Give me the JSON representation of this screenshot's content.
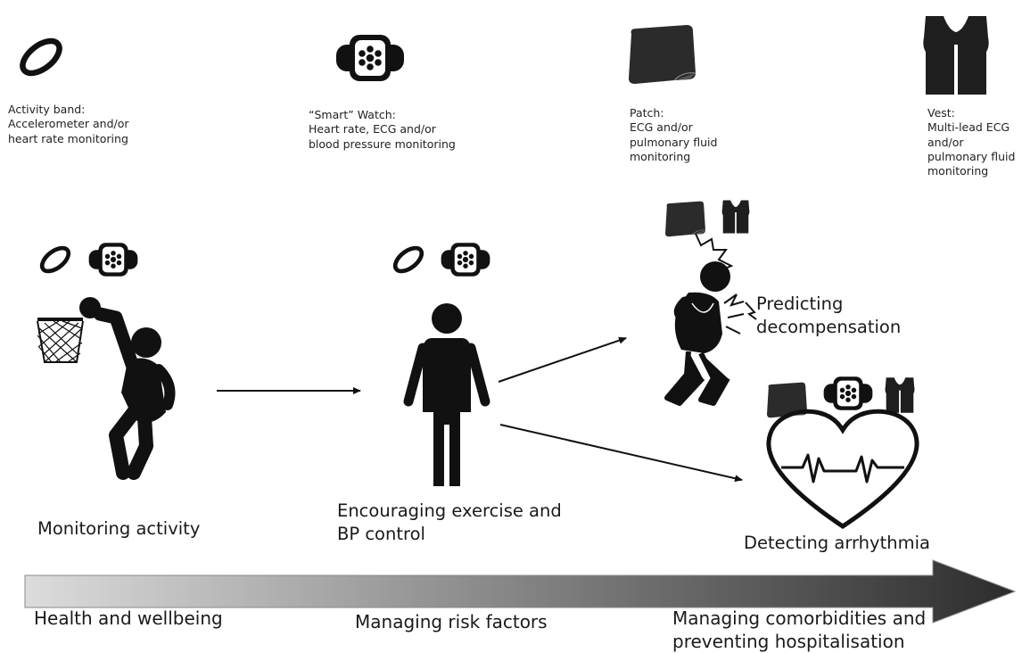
{
  "devices": [
    {
      "name": "band-icon",
      "caption": "Activity band:\nAccelerometer and/or\nheart rate monitoring"
    },
    {
      "name": "watch-icon",
      "caption": "“Smart” Watch:\nHeart rate, ECG and/or\nblood pressure monitoring"
    },
    {
      "name": "patch-icon",
      "caption": "Patch:\nECG and/or\npulmonary fluid\nmonitoring"
    },
    {
      "name": "vest-icon",
      "caption": "Vest:\nMulti-lead ECG\nand/or\npulmonary fluid\nmonitoring"
    }
  ],
  "scenes": {
    "activity": "Monitoring activity",
    "exercise": "Encouraging exercise and\nBP control",
    "decompensation": "Predicting\ndecompensation",
    "arrhythmia": "Detecting arrhythmia"
  },
  "timeline": {
    "stages": [
      "Health and wellbeing",
      "Managing risk factors",
      "Managing comorbidities and\npreventing hospitalisation"
    ],
    "gradient_start": "#dcdcdc",
    "gradient_end": "#2c2c2c"
  },
  "colors": {
    "ink": "#1a1a1a",
    "patch": "#2b2b2b"
  }
}
